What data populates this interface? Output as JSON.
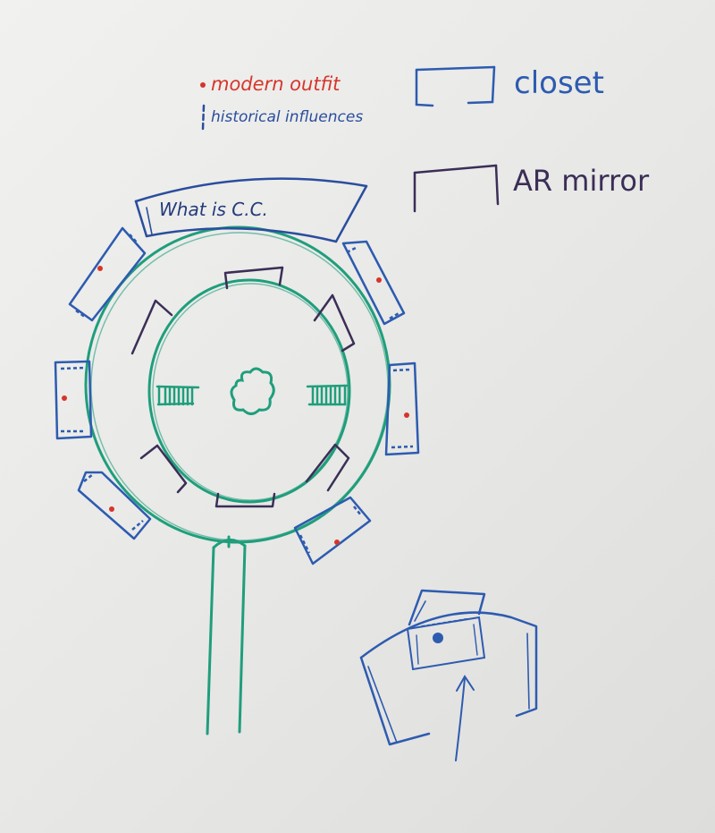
{
  "legend": {
    "modern_label": "modern outfit",
    "historical_label": "historical influences",
    "closet_label": "closet",
    "mirror_label": "AR mirror"
  },
  "banner": {
    "text": "What is C.C."
  },
  "colors": {
    "modern": "#d6352b",
    "historical": "#2a4d9e",
    "closet": "#2d5bb0",
    "mirror": "#3b2e57",
    "path": "#1f9e7c",
    "ink": "#243a7c"
  }
}
